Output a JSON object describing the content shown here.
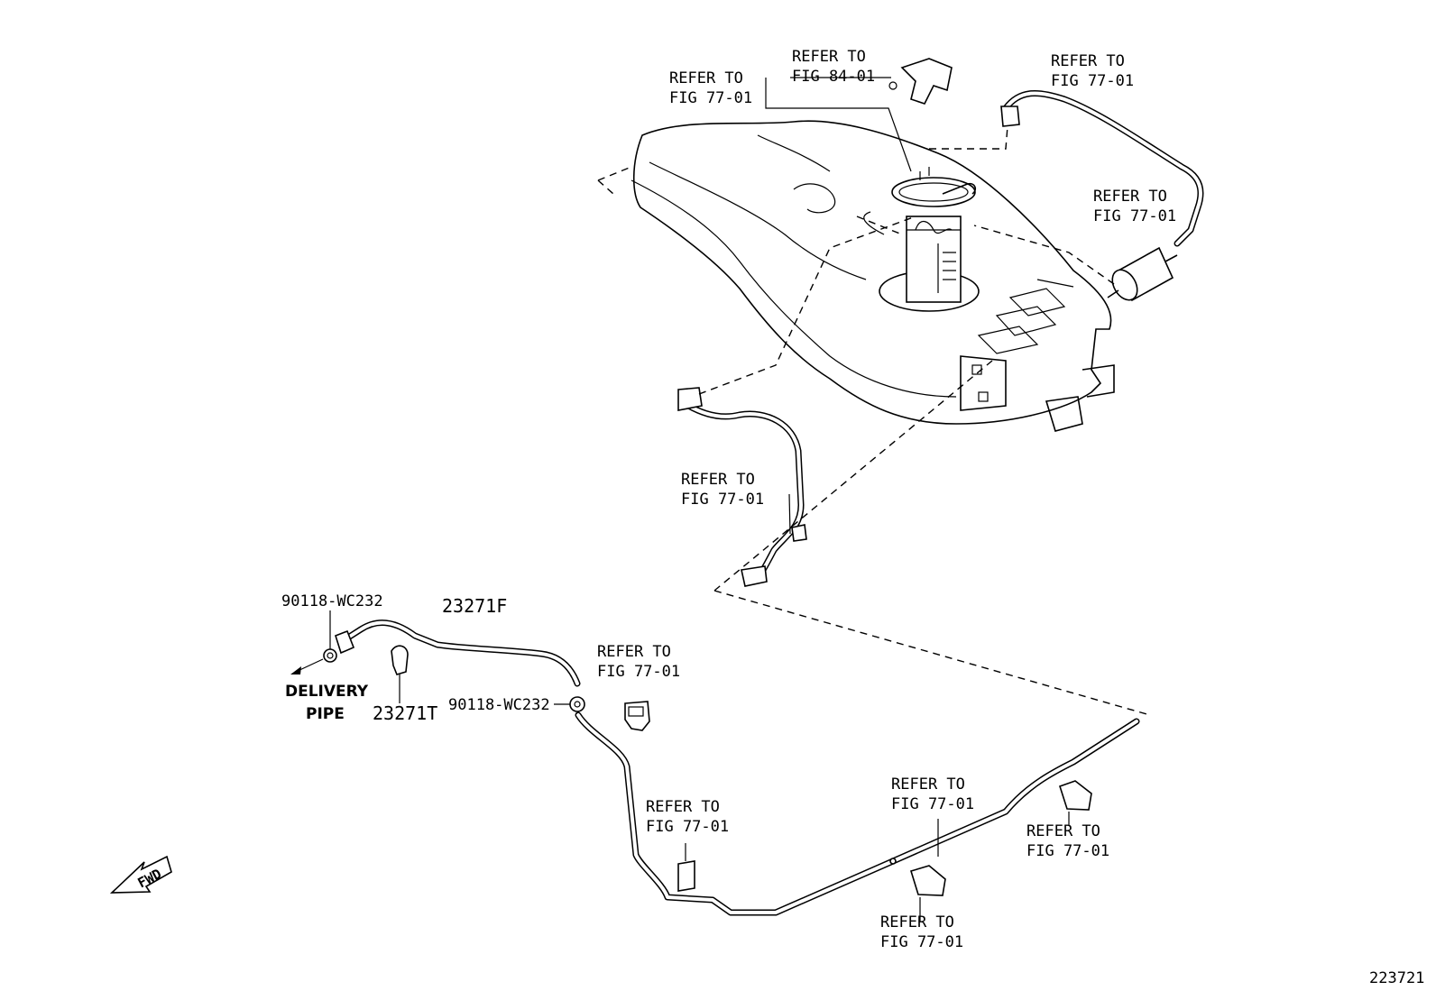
{
  "labels": {
    "refer_pump_left": [
      "REFER TO",
      "FIG 77-01"
    ],
    "refer_bracket_top": [
      "REFER TO",
      "FIG 84-01"
    ],
    "refer_hose_top_right": [
      "REFER TO",
      "FIG 77-01"
    ],
    "refer_filter_right": [
      "REFER TO",
      "FIG 77-01"
    ],
    "refer_hose_left": [
      "REFER TO",
      "FIG 77-01"
    ],
    "refer_clip_mid": [
      "REFER TO",
      "FIG 77-01"
    ],
    "refer_clip_lower_left": [
      "REFER TO",
      "FIG 77-01"
    ],
    "refer_line_center": [
      "REFER TO",
      "FIG 77-01"
    ],
    "refer_clip_lower_right": [
      "REFER TO",
      "FIG 77-01"
    ],
    "refer_clip_bottom": [
      "REFER TO",
      "FIG 77-01"
    ]
  },
  "parts": {
    "clamp_left": "90118-WC232",
    "clamp_right": "90118-WC232",
    "hose": "23271F",
    "clip": "23271T"
  },
  "delivery_pipe": [
    "DELIVERY",
    "PIPE"
  ],
  "fwd_label": "FWD",
  "figure_number": "223721"
}
